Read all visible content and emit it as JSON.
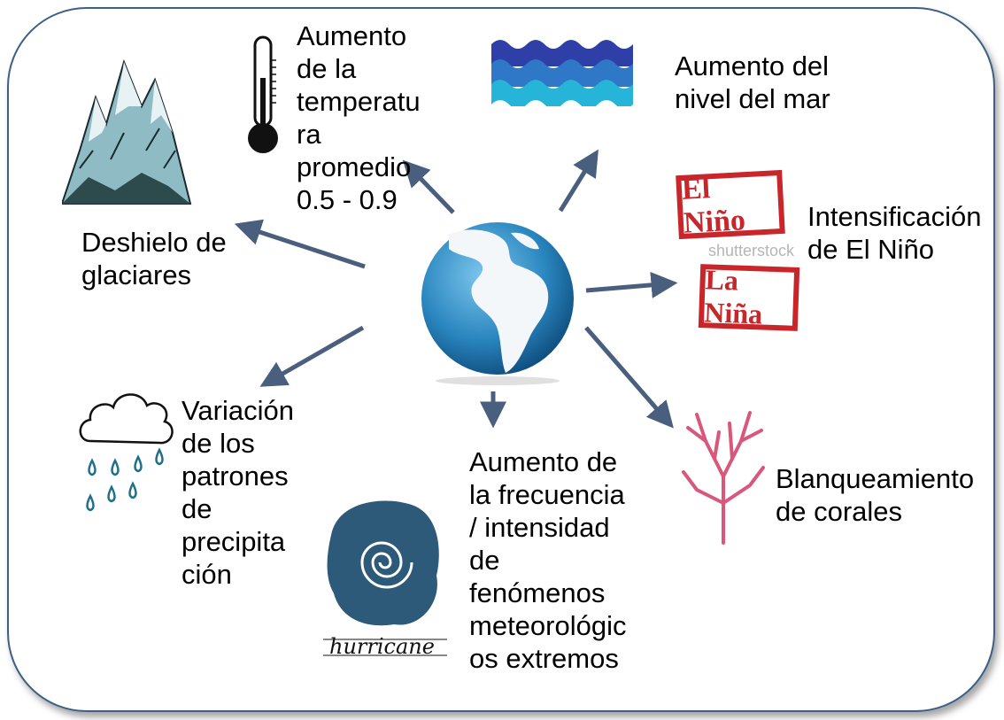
{
  "labels": {
    "temperatura": "Aumento\nde la\ntemperatu\nra\npromedio\n0.5 - 0.9",
    "mar": "Aumento del\nnivel del mar",
    "glaciares": "Deshielo de\nglaciares",
    "nino": "Intensificación\nde El Niño",
    "precipitacion": "Variación\nde los\npatrones\nde\nprecipita\nción",
    "fenomenos": "Aumento de\nla frecuencia\n/ intensidad\nde\nfenómenos\nmeteorológic\nos extremos",
    "corales": "Blanqueamiento\nde corales"
  },
  "images": {
    "el_nino_text": "El Niño",
    "la_nina_text": "La Niña",
    "shutterstock": "shutterstock",
    "hurricane_text": "hurricane"
  },
  "colors": {
    "frame": "#3b5f86",
    "arrow": "#4a5f7e",
    "globe": "#2a86bf",
    "stamp": "#c8262a",
    "coral": "#d9577a"
  }
}
